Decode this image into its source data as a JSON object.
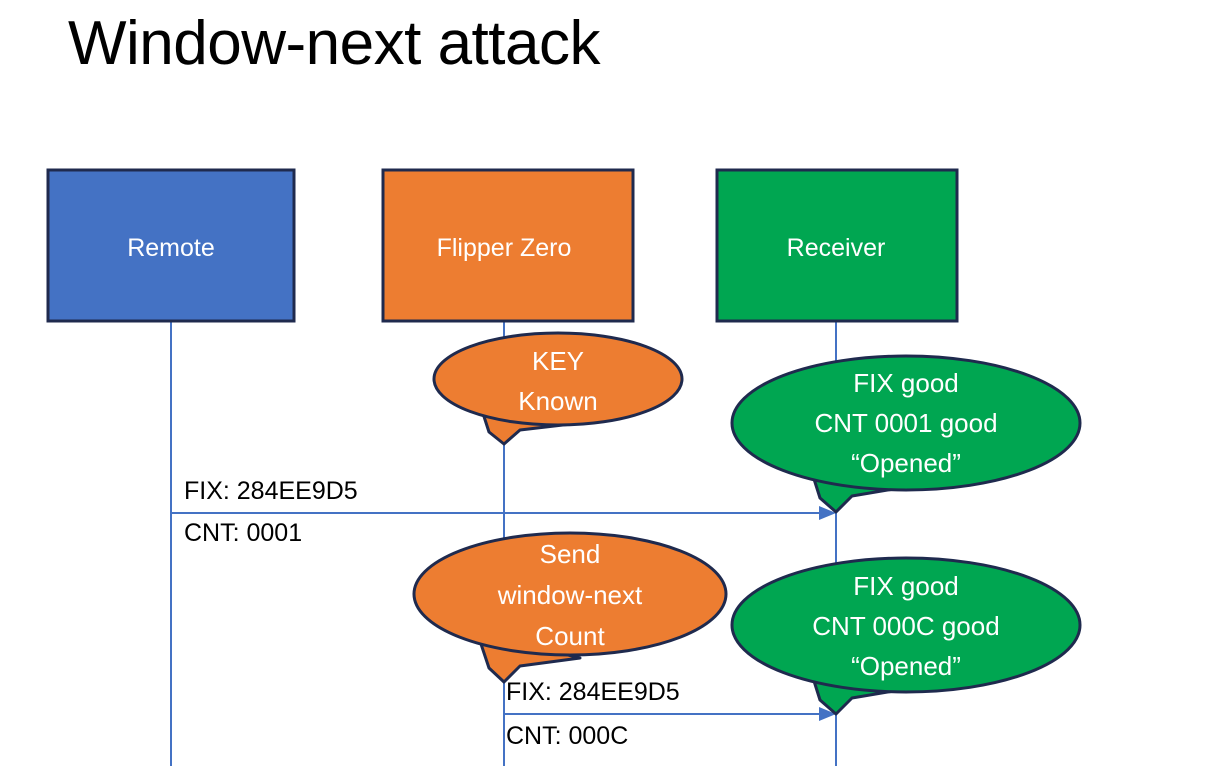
{
  "slide": {
    "title": "Window-next attack",
    "background_color": "#FFFFFF"
  },
  "colors": {
    "remote_fill": "#4472C4",
    "flipper_fill": "#ED7D31",
    "receiver_fill": "#00A651",
    "box_stroke": "#1F2A4E",
    "lifeline": "#4472C4",
    "arrow": "#4472C4",
    "title_text": "#000000",
    "box_text": "#FFFFFF",
    "message_text": "#000000"
  },
  "actors": [
    {
      "id": "remote",
      "label": "Remote",
      "fill": "#4472C4"
    },
    {
      "id": "flipper",
      "label": "Flipper Zero",
      "fill": "#ED7D31"
    },
    {
      "id": "receiver",
      "label": "Receiver",
      "fill": "#00A651"
    }
  ],
  "bubbles": [
    {
      "id": "flipper-key-known",
      "owner": "flipper",
      "fill": "#ED7D31",
      "lines": [
        "KEY",
        "Known"
      ]
    },
    {
      "id": "receiver-first-ok",
      "owner": "receiver",
      "fill": "#00A651",
      "lines": [
        "FIX good",
        "CNT 0001 good",
        "“Opened”"
      ]
    },
    {
      "id": "flipper-send-window-next",
      "owner": "flipper",
      "fill": "#ED7D31",
      "lines": [
        "Send",
        "window-next",
        "Count"
      ]
    },
    {
      "id": "receiver-second-ok",
      "owner": "receiver",
      "fill": "#00A651",
      "lines": [
        "FIX good",
        "CNT 000C good",
        "“Opened”"
      ]
    }
  ],
  "messages": [
    {
      "id": "remote-to-receiver",
      "from": "remote",
      "to": "receiver",
      "fix_label": "FIX: 284EE9D5",
      "cnt_label": "CNT: 0001"
    },
    {
      "id": "flipper-to-receiver",
      "from": "flipper",
      "to": "receiver",
      "fix_label": "FIX: 284EE9D5",
      "cnt_label": "CNT: 000C"
    }
  ]
}
